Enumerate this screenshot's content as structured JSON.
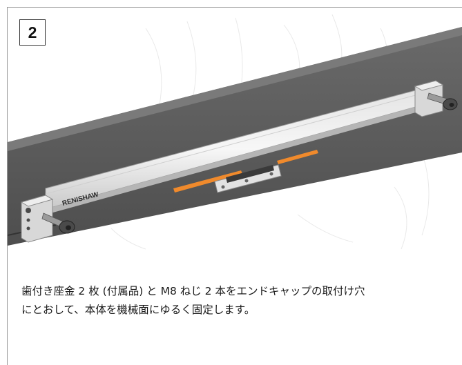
{
  "step": {
    "number": "2"
  },
  "illustration": {
    "brand_label": "RENISHAW",
    "accent_color": "#f08a2c",
    "housing_color": "#5e5e5e"
  },
  "caption": {
    "line1": "歯付き座金 2 枚 (付属品) と M8 ねじ 2 本をエンドキャップの取付け穴",
    "line2": "にとおして、本体を機械面にゆるく固定します。"
  }
}
